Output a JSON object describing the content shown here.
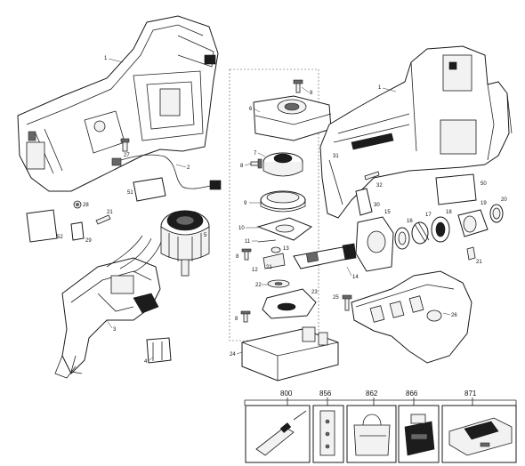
{
  "callouts": {
    "c1a": "1",
    "c1b": "1",
    "c2": "2",
    "c3": "3",
    "c4": "4",
    "c5": "5",
    "c6": "6",
    "c7": "7",
    "c8a": "8",
    "c8b": "8",
    "c8c": "8",
    "c8d": "8",
    "c9": "9",
    "c10": "10",
    "c11": "11",
    "c12": "12",
    "c13": "13",
    "c14": "14",
    "c15": "15",
    "c16": "16",
    "c17": "17",
    "c18": "18",
    "c19": "19",
    "c20": "20",
    "c21a": "21",
    "c21b": "21",
    "c21c": "21",
    "c22": "22",
    "c23": "23",
    "c24": "24",
    "c25": "25",
    "c26": "26",
    "c27": "27",
    "c28": "28",
    "c29": "29",
    "c30": "30",
    "c31": "31",
    "c32": "32",
    "c50": "50",
    "c51": "51",
    "c52": "52"
  },
  "accessories": {
    "a800": "800",
    "a856": "856",
    "a862": "862",
    "a866": "866",
    "a871": "871"
  }
}
